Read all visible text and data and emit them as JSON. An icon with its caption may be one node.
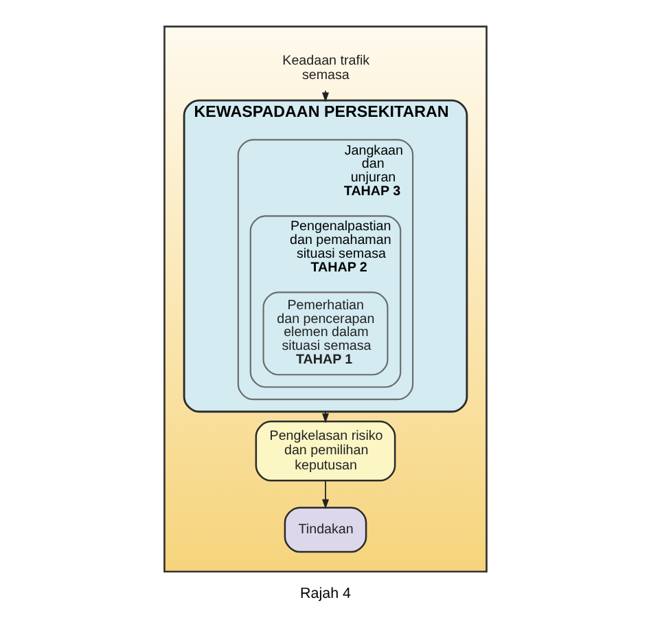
{
  "diagram": {
    "caption": "Rajah 4",
    "nodes": [
      {
        "text": [],
        "shape": "box"
      },
      {
        "text": [
          "Keadaan trafik semasa"
        ],
        "in": 0
      },
      {
        "text": [
          "KEWASPADAAN PERSEKITARAN"
        ],
        "in": 0
      },
      {
        "text": [
          "Jangkaan dan unjuran",
          "TAHAP 3"
        ],
        "in": 2
      },
      {
        "text": [
          "Pengenalpastian dan pemahaman situasi semasa",
          "TAHAP 2"
        ],
        "in": 3
      },
      {
        "text": [
          "Pemerhatian dan pencerapan elemen dalam situasi semasa",
          "TAHAP 1"
        ],
        "in": 4
      },
      {
        "text": [
          "Pengkelasan risiko dan pemilihan keputusan"
        ],
        "in": 0
      },
      {
        "text": [
          "Tindakan"
        ],
        "in": 0
      }
    ],
    "edges": [
      {
        "from": 1,
        "to": 2,
        "arrow": "to"
      },
      {
        "from": 2,
        "to": 6,
        "arrow": "to"
      },
      {
        "from": 6,
        "to": 7,
        "arrow": "to"
      }
    ]
  }
}
